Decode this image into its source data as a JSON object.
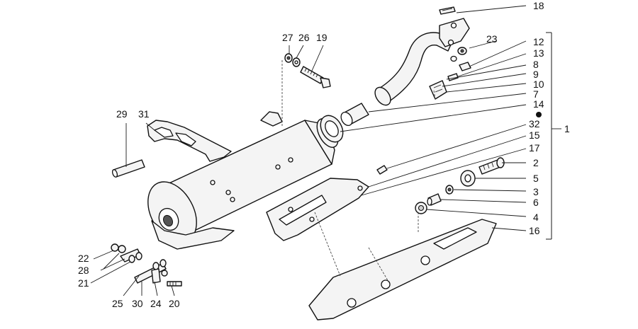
{
  "diagram": {
    "callouts": {
      "c18": "18",
      "c23": "23",
      "c12": "12",
      "c13": "13",
      "c8": "8",
      "c9": "9",
      "c10": "10",
      "c7": "7",
      "c14": "14",
      "c32": "32",
      "c15": "15",
      "c17": "17",
      "c2": "2",
      "c5": "5",
      "c3": "3",
      "c6": "6",
      "c4": "4",
      "c16": "16",
      "c1": "1",
      "c27": "27",
      "c26": "26",
      "c19": "19",
      "c29": "29",
      "c31": "31",
      "c22": "22",
      "c28": "28",
      "c21": "21",
      "c25": "25",
      "c30": "30",
      "c24": "24",
      "c20": "20"
    }
  }
}
